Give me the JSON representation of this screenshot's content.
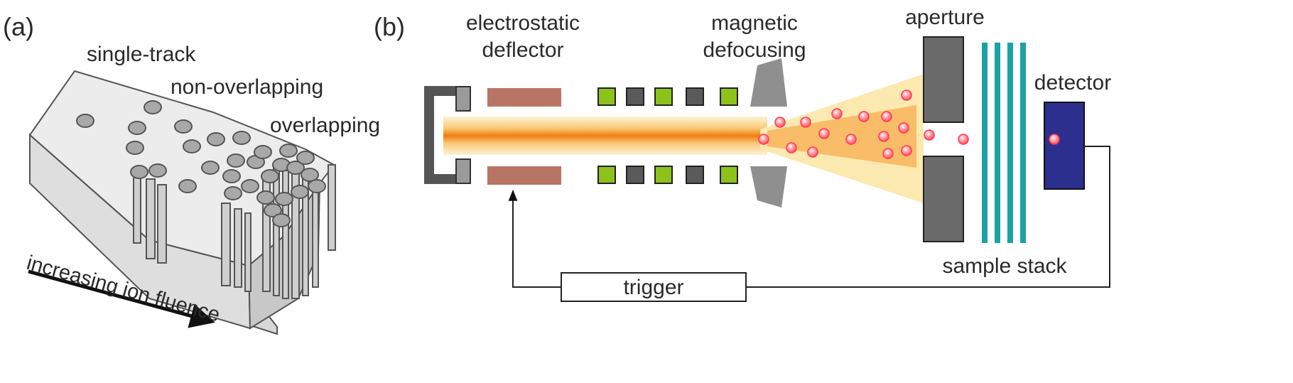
{
  "panel_a": {
    "label": "(a)",
    "regions": [
      "single-track",
      "non-overlapping",
      "overlapping"
    ],
    "axis_label": "increasing ion fluence"
  },
  "panel_b": {
    "label": "(b)",
    "components": {
      "deflector": [
        "electrostatic",
        "deflector"
      ],
      "defocusing": [
        "magnetic",
        "defocusing"
      ],
      "aperture": "aperture",
      "detector": "detector",
      "sample_stack": "sample stack",
      "trigger": "trigger"
    }
  },
  "colors": {
    "beam_core": "#f08a1e",
    "beam_glow": "#fbe7a8",
    "deflector_plate": "#b87565",
    "quad_green": "#8cc21a",
    "quad_gray": "#5a5a5a",
    "magnet_gray": "#8f8f8f",
    "aperture_gray": "#6a6a6a",
    "sample_teal": "#1aa3a3",
    "detector_blue": "#2d2f8f",
    "ion_red": "#ff5a6a",
    "cone": "#fce9b0"
  }
}
